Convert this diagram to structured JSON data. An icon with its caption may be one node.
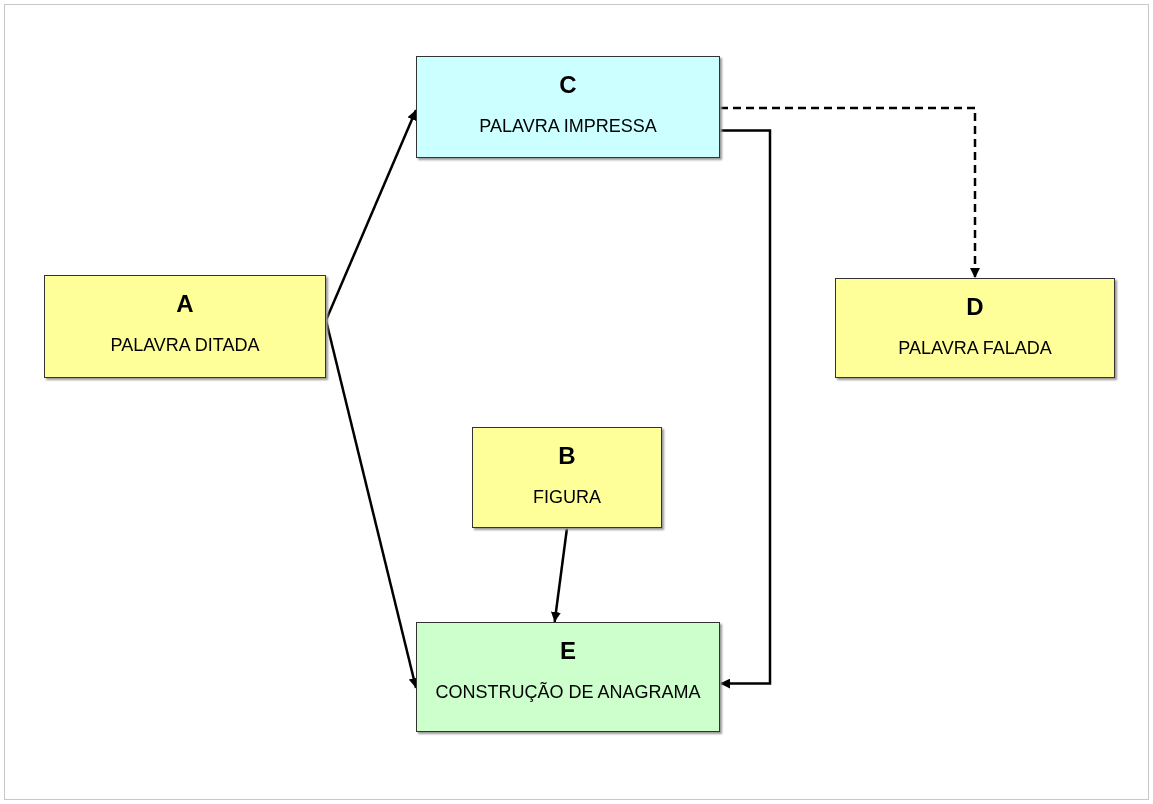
{
  "diagram": {
    "nodes": [
      {
        "text": [
          "C",
          "PALAVRA IMPRESSA"
        ]
      },
      {
        "text": [
          "A",
          "PALAVRA DITADA"
        ]
      },
      {
        "text": [
          "D",
          "PALAVRA FALADA"
        ]
      },
      {
        "text": [
          "B",
          "FIGURA"
        ]
      },
      {
        "text": [
          "E",
          "CONSTRUÇÃO DE ANAGRAMA"
        ]
      }
    ],
    "edges": [
      {
        "from": 1,
        "to": 0,
        "arrow": "to"
      },
      {
        "from": 1,
        "to": 4,
        "arrow": "to"
      },
      {
        "from": 0,
        "to": 2,
        "arrow": "to",
        "style": "dashed"
      },
      {
        "from": 0,
        "to": 4,
        "arrow": "to"
      },
      {
        "from": 3,
        "to": 4,
        "arrow": "to"
      }
    ]
  }
}
